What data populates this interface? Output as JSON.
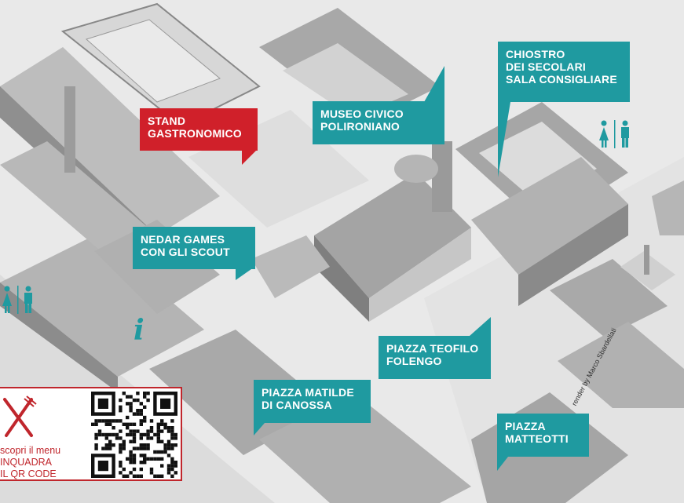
{
  "map": {
    "callouts": [
      {
        "id": "stand",
        "style": "red",
        "lines": [
          "STAND",
          "GASTRONOMICO"
        ]
      },
      {
        "id": "museo",
        "style": "teal",
        "lines": [
          "MUSEO CIVICO",
          "POLIRONIANO"
        ]
      },
      {
        "id": "chiostro",
        "style": "teal",
        "lines": [
          "CHIOSTRO",
          "DEI SECOLARI",
          "SALA CONSIGLIARE"
        ]
      },
      {
        "id": "nedar",
        "style": "teal",
        "lines": [
          "NEDAR GAMES",
          "CON GLI SCOUT"
        ]
      },
      {
        "id": "teofilo",
        "style": "teal",
        "lines": [
          "PIAZZA TEOFILO",
          "FOLENGO"
        ]
      },
      {
        "id": "matilde",
        "style": "teal",
        "lines": [
          "PIAZZA MATILDE",
          "DI CANOSSA"
        ]
      },
      {
        "id": "matteotti",
        "style": "teal",
        "lines": [
          "PIAZZA",
          "MATTEOTTI"
        ]
      }
    ],
    "credit": "render by Marco Sbardellati",
    "info_symbol": "i",
    "icons": [
      "restroom-icon",
      "info-icon",
      "fork-knife-icon",
      "qr-code-icon"
    ],
    "colors": {
      "teal": "#1f9aa0",
      "red": "#d0202a",
      "buildings": "#9a9a9a"
    }
  },
  "qr_panel": {
    "lines": [
      "scopri il menu",
      "INQUADRA",
      "IL QR CODE"
    ]
  }
}
